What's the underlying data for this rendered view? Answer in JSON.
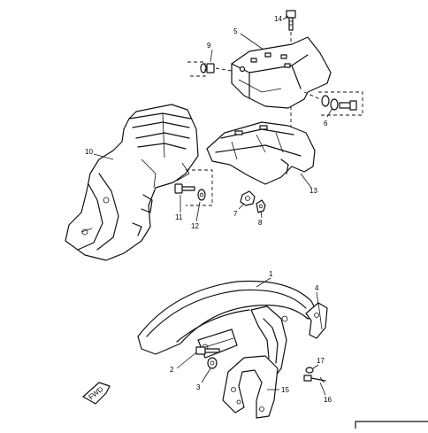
{
  "callouts": [
    {
      "id": "c1",
      "label": "1"
    },
    {
      "id": "c2",
      "label": "2"
    },
    {
      "id": "c3",
      "label": "3"
    },
    {
      "id": "c4",
      "label": "4"
    },
    {
      "id": "c5",
      "label": "5"
    },
    {
      "id": "c6",
      "label": "6"
    },
    {
      "id": "c7",
      "label": "7"
    },
    {
      "id": "c8",
      "label": "8"
    },
    {
      "id": "c9",
      "label": "9"
    },
    {
      "id": "c10",
      "label": "10"
    },
    {
      "id": "c11",
      "label": "11"
    },
    {
      "id": "c12",
      "label": "12"
    },
    {
      "id": "c13",
      "label": "13"
    },
    {
      "id": "c14",
      "label": "14"
    },
    {
      "id": "c15",
      "label": "15"
    },
    {
      "id": "c16",
      "label": "16"
    },
    {
      "id": "c17",
      "label": "17"
    }
  ],
  "fwd_arrow_label": "FWD"
}
